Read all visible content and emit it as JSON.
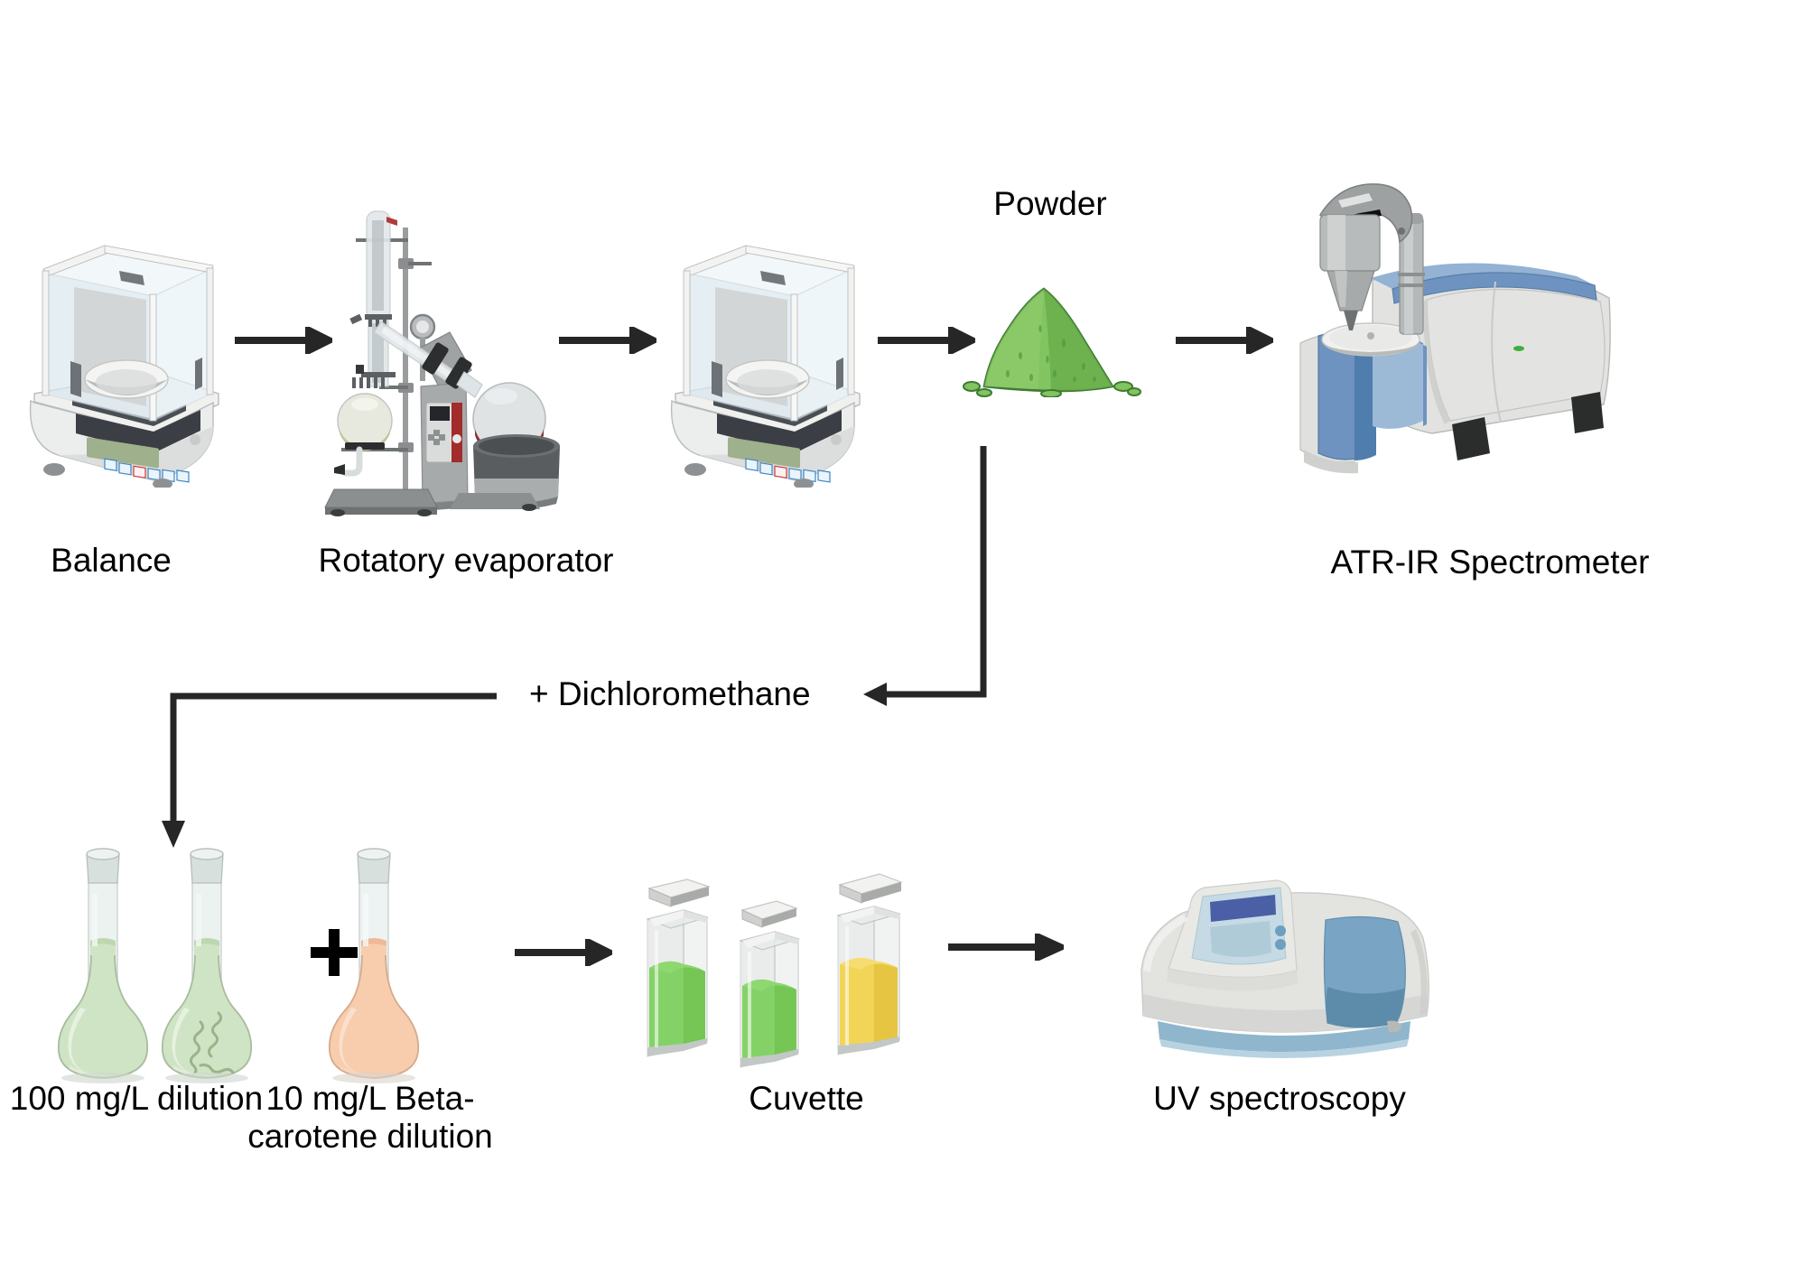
{
  "diagram": {
    "title_visible": false,
    "background": "#ffffff",
    "type": "experimental-workflow-flowchart",
    "rows": [
      {
        "row": 1,
        "nodes": [
          {
            "id": "balance-1",
            "label": "Balance",
            "icon": "analytical-balance-icon"
          },
          {
            "id": "rotovap",
            "label": "Rotatory evaporator",
            "icon": "rotary-evaporator-icon"
          },
          {
            "id": "balance-2",
            "label": "",
            "icon": "analytical-balance-icon"
          },
          {
            "id": "powder",
            "label": "Powder",
            "icon": "green-powder-pile-icon"
          },
          {
            "id": "atr-ir",
            "label": "ATR-IR Spectrometer",
            "icon": "atr-ir-spectrometer-icon"
          }
        ]
      },
      {
        "row": 2,
        "nodes": [
          {
            "id": "dcm-step",
            "label": "+ Dichloromethane",
            "icon": "none"
          }
        ]
      },
      {
        "row": 3,
        "nodes": [
          {
            "id": "dilution-100",
            "label": "100 mg/L dilution",
            "icon": "volumetric-flask-icon"
          },
          {
            "id": "plus",
            "label": "+",
            "icon": "plus-icon"
          },
          {
            "id": "dilution-10",
            "label": "10 mg/L Beta-\ncarotene dilution",
            "icon": "volumetric-flask-icon"
          },
          {
            "id": "cuvette",
            "label": "Cuvette",
            "icon": "cuvette-icon"
          },
          {
            "id": "uv-spec",
            "label": "UV spectroscopy",
            "icon": "uv-spectrophotometer-icon"
          }
        ]
      }
    ],
    "labels": {
      "balance": "Balance",
      "rotary_evaporator": "Rotatory evaporator",
      "powder": "Powder",
      "atr_ir_spectrometer": "ATR-IR Spectrometer",
      "dichloromethane": "+ Dichloromethane",
      "dilution_100": "100 mg/L dilution",
      "dilution_10_line1": "10 mg/L Beta-",
      "dilution_10_line2": "carotene dilution",
      "cuvette": "Cuvette",
      "uv_spectroscopy": "UV spectroscopy",
      "plus_sign": "+"
    },
    "connectors": [
      {
        "id": "arrow-balance-to-rotovap",
        "kind": "arrow-right"
      },
      {
        "id": "arrow-rotovap-to-balance2",
        "kind": "arrow-right"
      },
      {
        "id": "arrow-balance2-to-powder",
        "kind": "arrow-right"
      },
      {
        "id": "arrow-powder-to-atrir",
        "kind": "arrow-right"
      },
      {
        "id": "elbow-powder-to-dcm",
        "kind": "elbow-down-left-arrow"
      },
      {
        "id": "elbow-dcm-to-flasks",
        "kind": "elbow-left-down-arrow"
      },
      {
        "id": "arrow-flask-to-cuvette",
        "kind": "arrow-right"
      },
      {
        "id": "arrow-cuvette-to-uv",
        "kind": "arrow-right"
      }
    ],
    "colors": {
      "arrow": "#262626",
      "powder_green": "#74be57",
      "powder_green_dark": "#4e9a3c",
      "flask_green": "#cfe4c4",
      "flask_orange": "#f7cdae",
      "cuvette_green": "#79cf59",
      "cuvette_yellow": "#f2d24a",
      "spectrometer_blue": "#6e93c0",
      "spectrometer_blue_dark": "#4f7dae",
      "uv_body_grey": "#e3e3e0",
      "uv_panel_blue": "#79a4c4",
      "uv_screen_blue": "#4a5fa5",
      "rotovap_grey": "#8d9091",
      "flask_red": "#9e3440",
      "balance_grey": "#e6e6e6",
      "balance_glass": "#dbe8ef",
      "balance_display_green": "#9fb08d"
    }
  }
}
